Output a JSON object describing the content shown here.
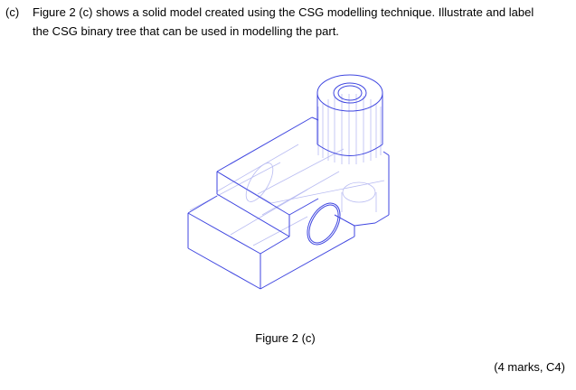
{
  "question": {
    "part_label": "(c)",
    "line1": "Figure 2 (c) shows a solid model created using the CSG modelling technique. Illustrate and label",
    "line2": "the CSG binary tree that can be used in modelling the part."
  },
  "figure": {
    "caption": "Figure 2 (c)",
    "colors": {
      "edge": "#3f46e0",
      "hidden": "#b9bcf2"
    }
  },
  "marks": "(4 marks, C4)"
}
